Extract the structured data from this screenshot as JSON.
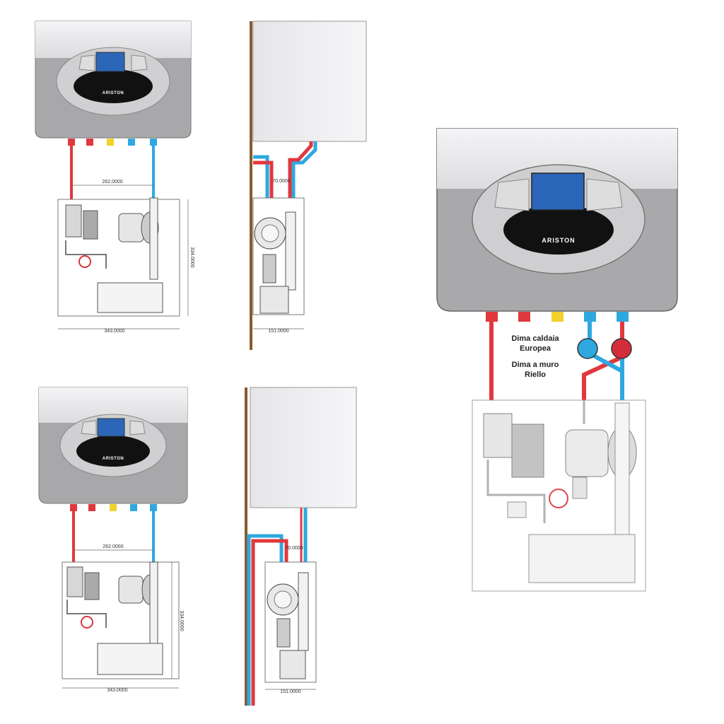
{
  "dimensions": {
    "width_top": "262.0000",
    "outer_width": "343.0000",
    "height": "334.0000",
    "depth_top": "70.0000",
    "depth_bottom": "151.0000"
  },
  "labels": {
    "template_boiler": "Dima caldaia",
    "template_boiler_2": "Europea",
    "template_wall": "Dima a muro",
    "template_wall_2": "Riello"
  },
  "brand": "ARISTON",
  "colors": {
    "hot_pipe": "#e0383d",
    "cold_pipe": "#2fa8e0",
    "gas_yellow": "#f2d22a",
    "boiler_lower": "#a9a9ab",
    "boiler_upper": "#e9e9eb",
    "display": "#2b66b8",
    "wall": "#8a5a2b"
  }
}
